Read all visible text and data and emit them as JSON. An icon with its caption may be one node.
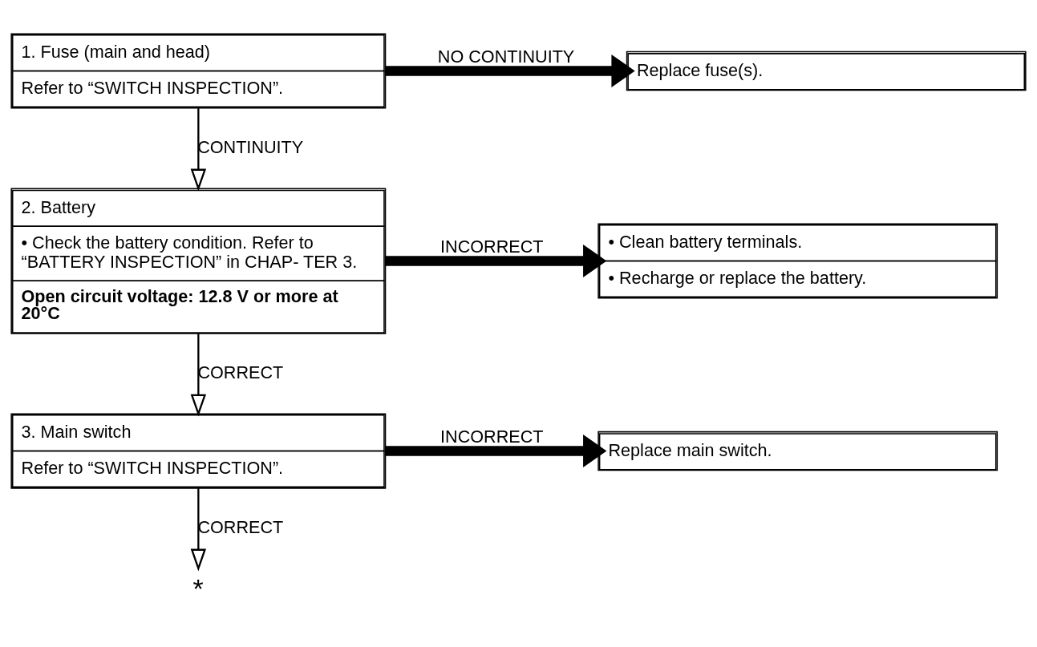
{
  "diagram": {
    "nodes": [
      {
        "text": [
          "1. Fuse (main and head)",
          "Refer to “SWITCH INSPECTION”."
        ]
      },
      {
        "text": [
          "Replace fuse(s)."
        ]
      },
      {
        "text": [
          "2. Battery",
          "• Check the battery condition. Refer to “BATTERY INSPECTION” in CHAP- TER 3.",
          "Open circuit voltage: 12.8 V or more at 20°C"
        ]
      },
      {
        "text": [
          "• Clean battery terminals.",
          "• Recharge or replace the battery."
        ]
      },
      {
        "text": [
          "3. Main switch",
          "Refer to “SWITCH INSPECTION”."
        ]
      },
      {
        "text": [
          "Replace main switch."
        ]
      },
      {
        "text": [
          "*"
        ]
      }
    ],
    "edges": [
      {
        "from": 0,
        "to": 1,
        "arrow": "to",
        "label": "NO CONTINUITY",
        "style": "thick"
      },
      {
        "from": 0,
        "to": 2,
        "arrow": "to",
        "label": "CONTINUITY"
      },
      {
        "from": 2,
        "to": 3,
        "arrow": "to",
        "label": "INCORRECT",
        "style": "thick"
      },
      {
        "from": 2,
        "to": 4,
        "arrow": "to",
        "label": "CORRECT"
      },
      {
        "from": 4,
        "to": 5,
        "arrow": "to",
        "label": "INCORRECT",
        "style": "thick"
      },
      {
        "from": 4,
        "to": 6,
        "arrow": "to",
        "label": "CORRECT"
      }
    ]
  }
}
